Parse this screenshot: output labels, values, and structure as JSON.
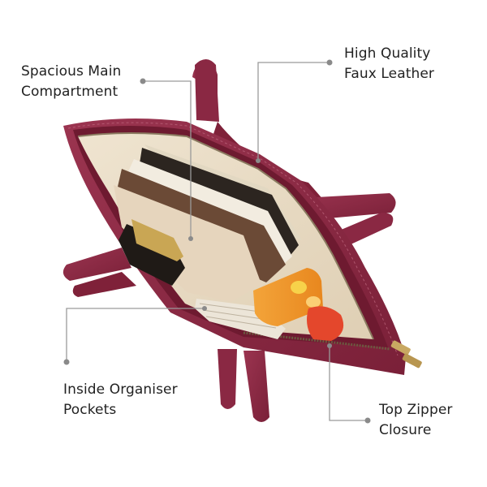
{
  "features": [
    {
      "id": "main",
      "lines": [
        "Spacious Main",
        "Compartment"
      ]
    },
    {
      "id": "leather",
      "lines": [
        "High Quality",
        "Faux Leather"
      ]
    },
    {
      "id": "pockets",
      "lines": [
        "Inside Organiser",
        "Pockets"
      ]
    },
    {
      "id": "zipper",
      "lines": [
        "Top Zipper",
        "Closure"
      ]
    }
  ],
  "colors": {
    "leather": "#8c2a44",
    "leather_dark": "#5e1629",
    "lining": "#e9dcc6",
    "callout_line": "#9a9a9a"
  }
}
